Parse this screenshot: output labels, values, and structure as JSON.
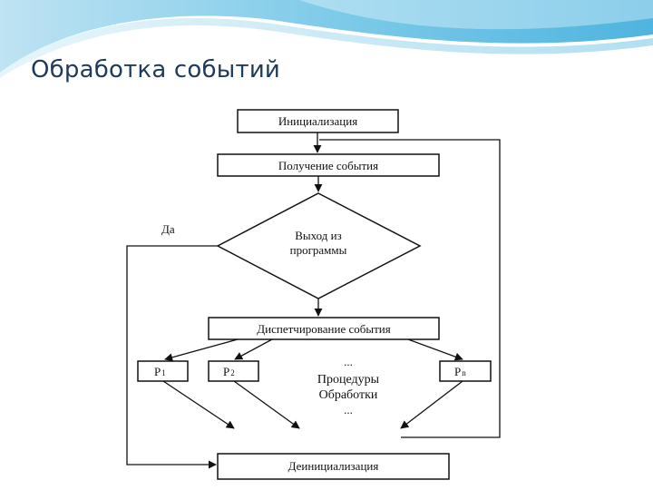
{
  "slide": {
    "title": "Обработка событий"
  },
  "diagram": {
    "nodes": {
      "init": "Инициализация",
      "get_event": "Получение события",
      "exit_line1": "Выход из",
      "exit_line2": "программы",
      "dispatch": "Диспетчирование события",
      "p1": "P",
      "p1_sub": "1",
      "p2": "P",
      "p2_sub": "2",
      "pn": "P",
      "pn_sub": "n",
      "deinit": "Деинициализация"
    },
    "labels": {
      "yes": "Да",
      "dots_top": "...",
      "procedures_line1": "Процедуры",
      "procedures_line2": "Обработки",
      "dots_bottom": "..."
    }
  }
}
